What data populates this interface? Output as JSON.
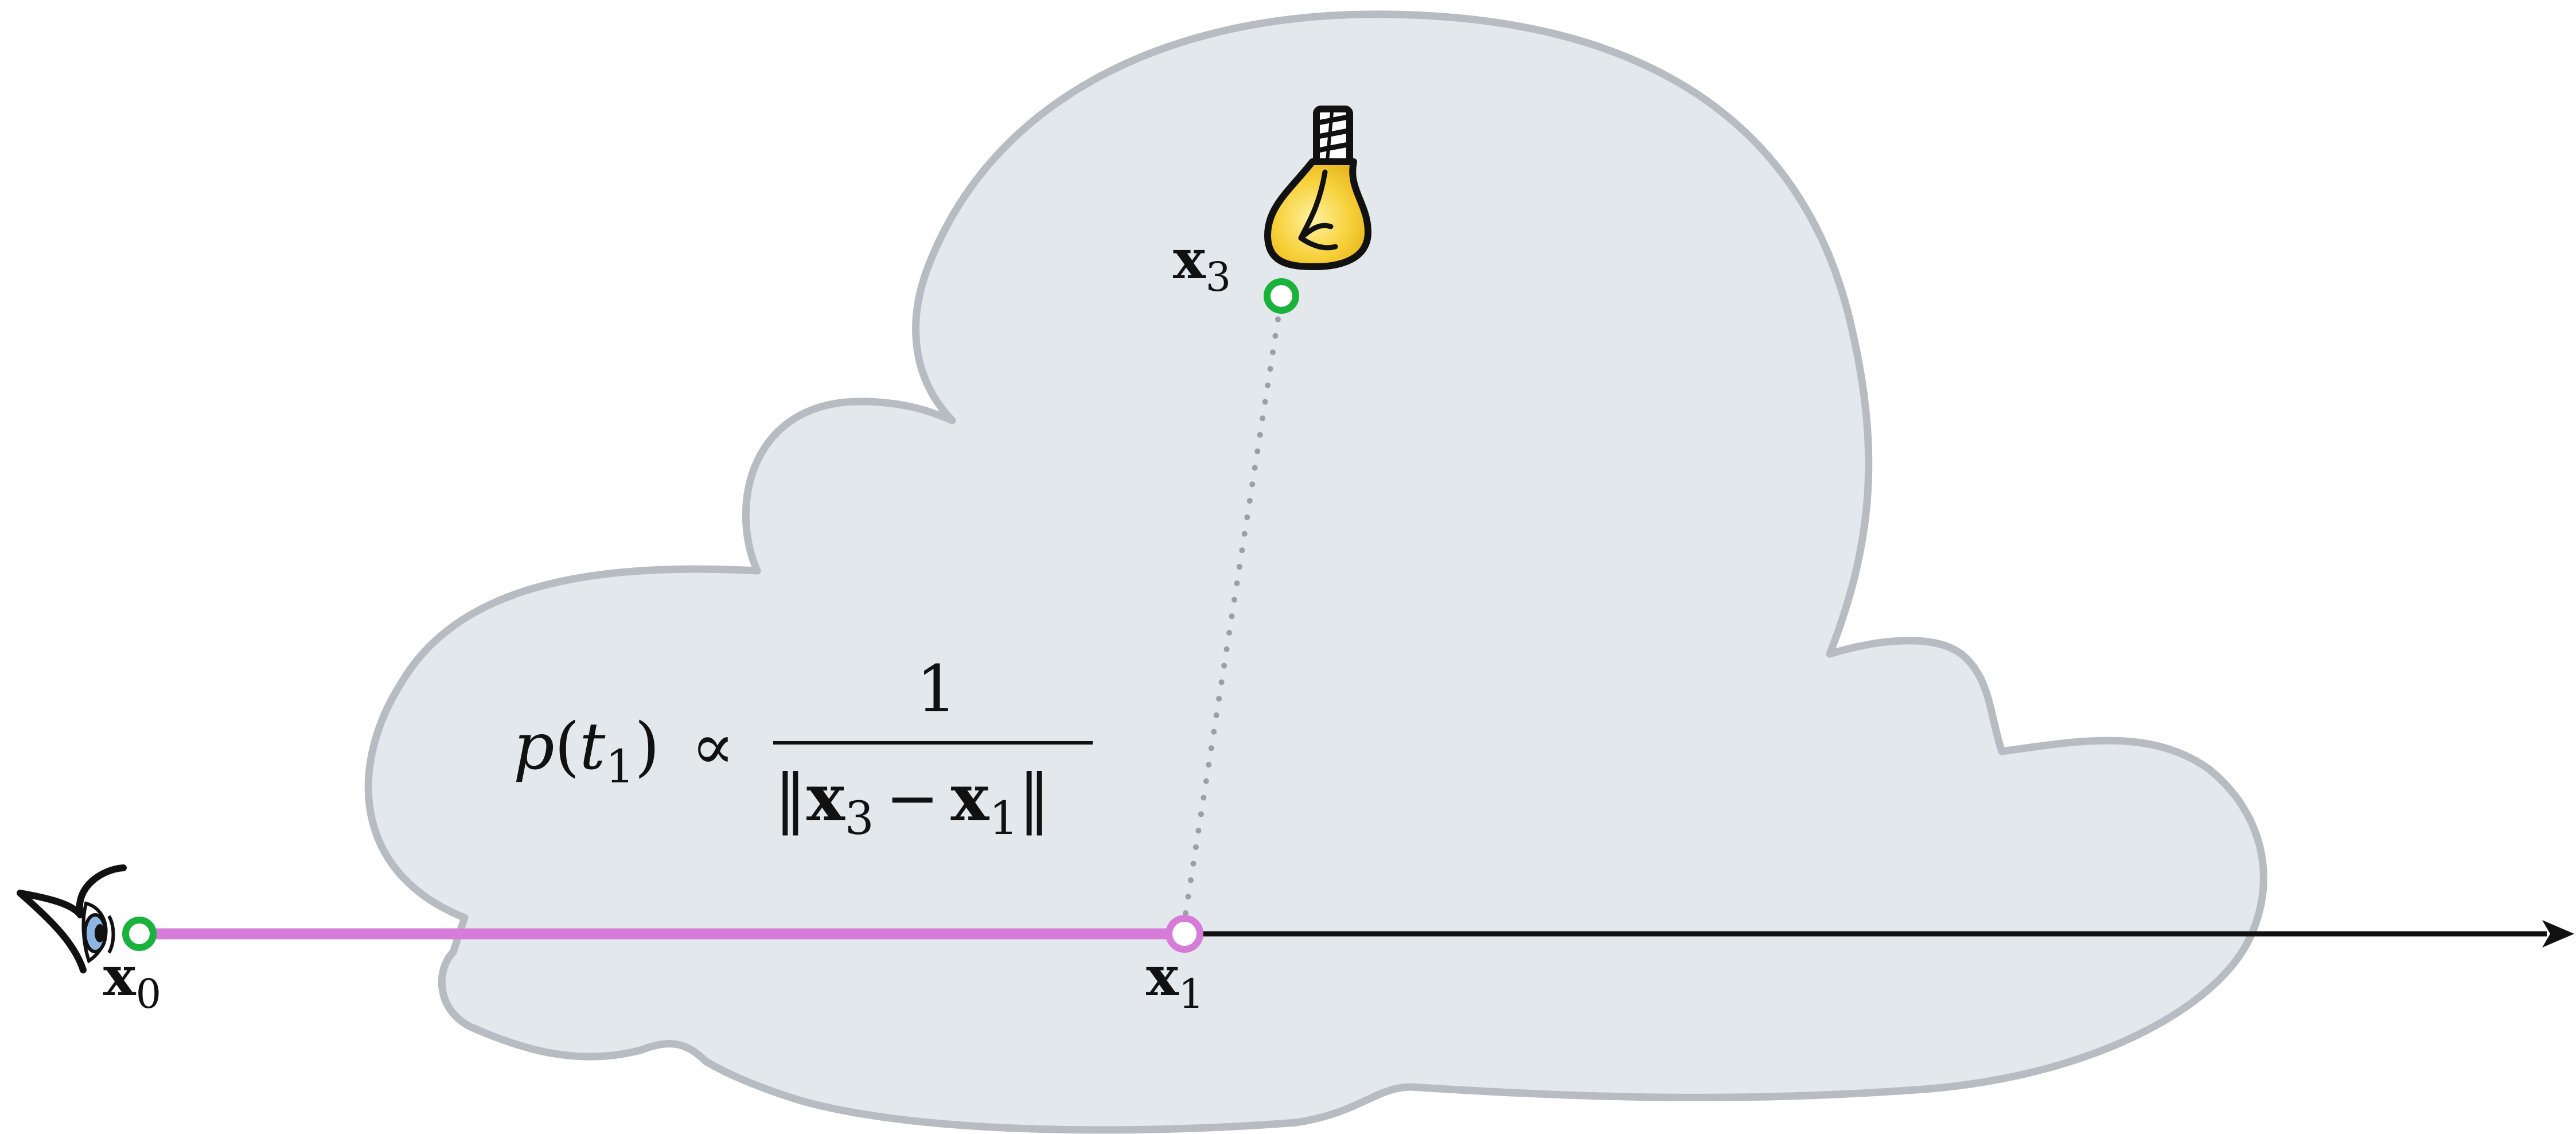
{
  "labels": {
    "x0": {
      "base": "x",
      "sub": "0"
    },
    "x1": {
      "base": "x",
      "sub": "1"
    },
    "x3": {
      "base": "x",
      "sub": "3"
    }
  },
  "formula": {
    "lhs": "p",
    "arg_open": "(",
    "arg_var": "t",
    "arg_sub": "1",
    "arg_close": ")",
    "relation": "∝",
    "numerator": "1",
    "denominator": {
      "open_bars": "‖",
      "a": "x",
      "a_sub": "3",
      "op": "−",
      "b": "x",
      "b_sub": "1",
      "close_bars": "‖"
    }
  },
  "icons": {
    "eye": "eye-icon",
    "light": "lightbulb-icon"
  },
  "colors": {
    "cloud_fill": "#e3e8ec",
    "cloud_stroke": "#b6bcc2",
    "ray_segment": "#d77bd9",
    "sample_point": "#d77bd9",
    "path_point": "#19b23b",
    "axis": "#111111",
    "shadow_connection": "#9aa0a6",
    "bulb": "#f7d23c"
  }
}
